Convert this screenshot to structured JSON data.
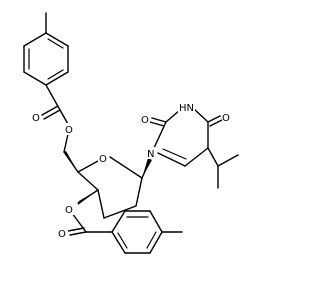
{
  "molecule": {
    "atoms": {
      "o_ester_top_carbonyl": "O",
      "o_ester_top_link": "O",
      "o_ring": "O",
      "o_ester_bottom_link": "O",
      "o_ester_bottom_carbonyl": "O",
      "o_uracil_c2": "O",
      "o_uracil_c4": "O",
      "n_uracil_3": "HN",
      "n_uracil_1": "N"
    }
  }
}
